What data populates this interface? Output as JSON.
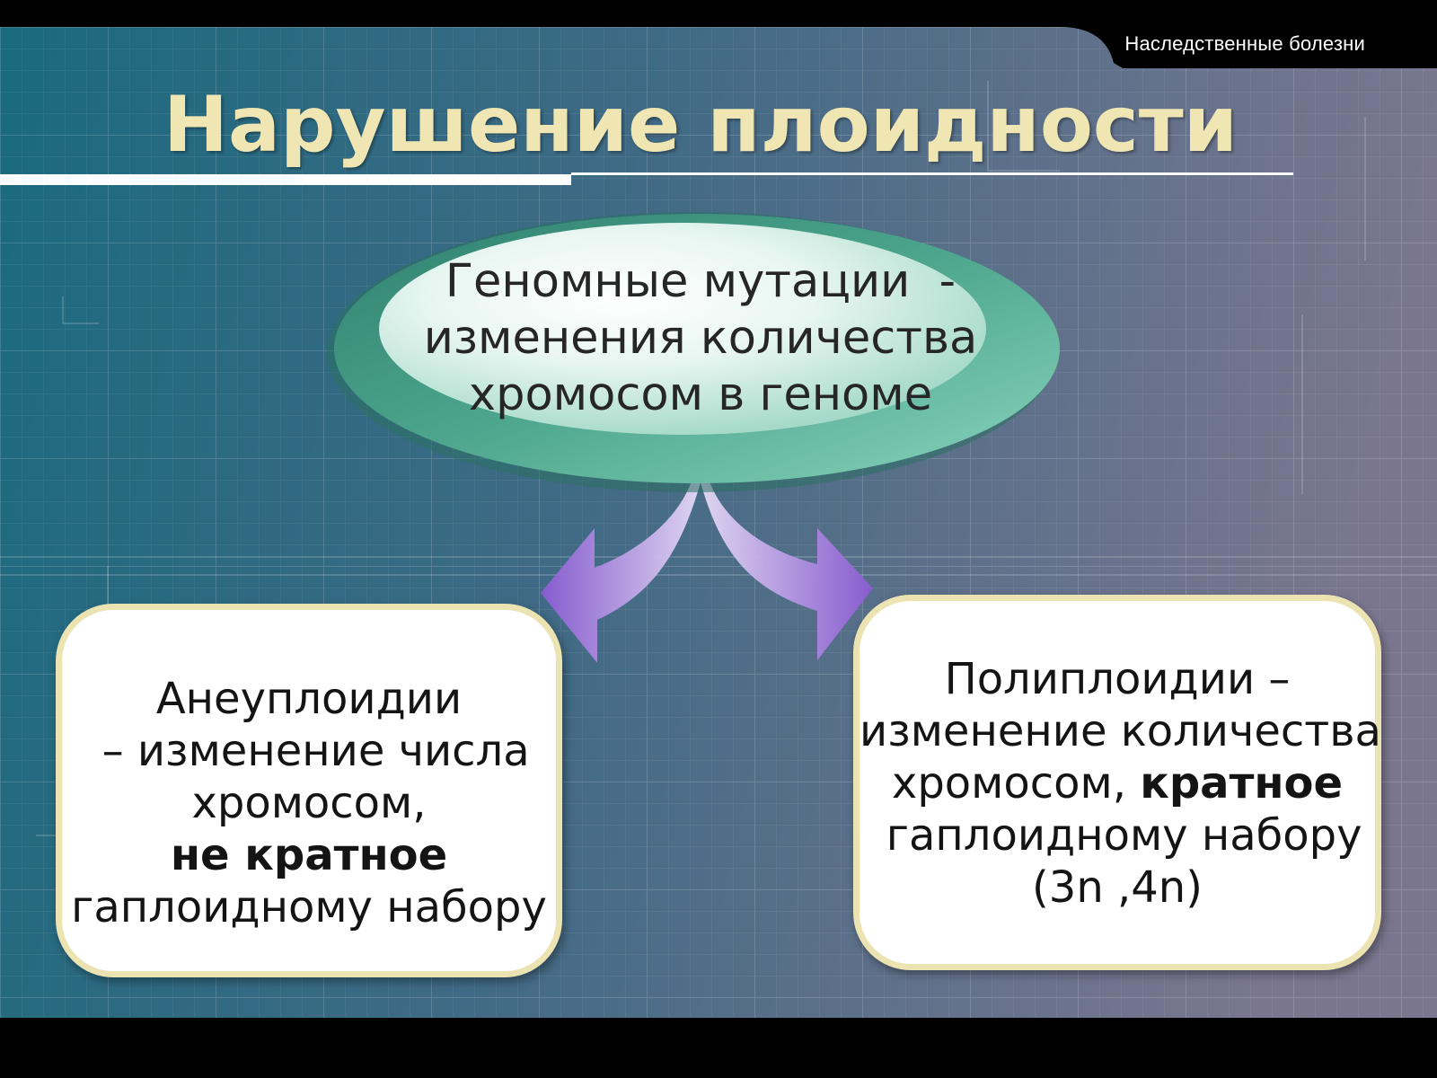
{
  "header": {
    "section_label": "Наследственные болезни"
  },
  "slide": {
    "title": "Нарушение плоидности"
  },
  "diagram": {
    "central": {
      "lines": [
        "Геномные мутации  -",
        "изменения количества",
        "хромосом в геноме"
      ]
    },
    "left_box": {
      "line1": "Анеуплоидии",
      "line2": " – изменение числа",
      "line3": "хромосом,",
      "line4_bold": "не кратное",
      "line5": "гаплоидному набору"
    },
    "right_box": {
      "line1": "Полиплоидии –",
      "line2": "изменение количества",
      "line3_prefix": "хромосом, ",
      "line3_bold": "кратное",
      "line4": " гаплоидному набору",
      "line5": "(3n ,4n)"
    }
  },
  "colors": {
    "title": "#efe6b3",
    "background_left": "#1b6d80",
    "background_right": "#73708e",
    "ellipse_fill": "#4fa890",
    "ellipse_highlight": "#ffffff",
    "arrow": "#9a6fd8",
    "box_border": "#ece3b2"
  }
}
